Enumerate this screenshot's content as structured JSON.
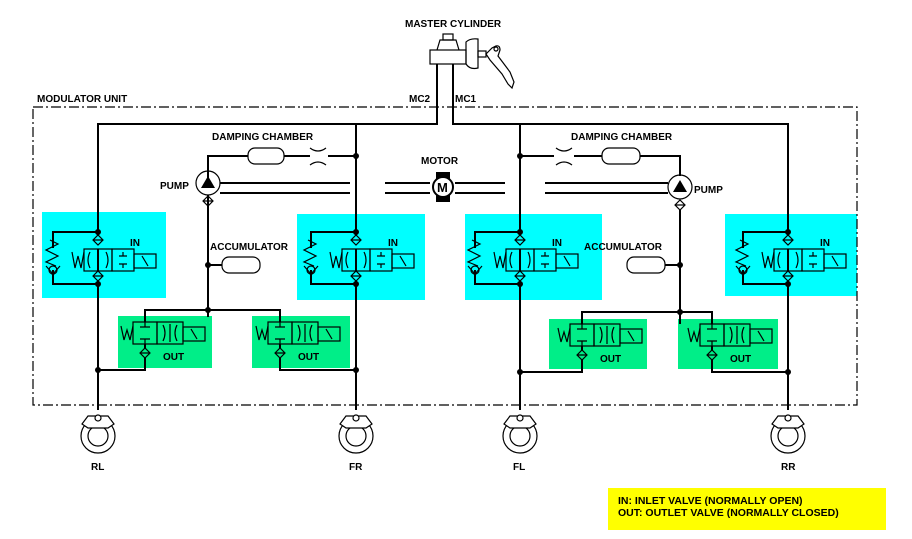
{
  "title": "ABS Modulator Unit Hydraulic Circuit",
  "labels": {
    "master_cylinder": "MASTER CYLINDER",
    "modulator_unit": "MODULATOR UNIT",
    "mc2": "MC2",
    "mc1": "MC1",
    "damping_chamber": "DAMPING CHAMBER",
    "pump": "PUMP",
    "motor": "MOTOR",
    "motor_symbol": "M",
    "accumulator": "ACCUMULATOR",
    "inlet": "IN",
    "outlet": "OUT"
  },
  "wheels": [
    {
      "id": "RL",
      "label": "RL"
    },
    {
      "id": "FR",
      "label": "FR"
    },
    {
      "id": "FL",
      "label": "FL"
    },
    {
      "id": "RR",
      "label": "RR"
    }
  ],
  "legend": {
    "line1": "IN: INLET VALVE (NORMALLY OPEN)",
    "line2": "OUT: OUTLET VALVE (NORMALLY CLOSED)"
  },
  "colors": {
    "inlet_valve_highlight": "#00ffff",
    "outlet_valve_highlight": "#00ee88",
    "legend_background": "#ffff00"
  }
}
